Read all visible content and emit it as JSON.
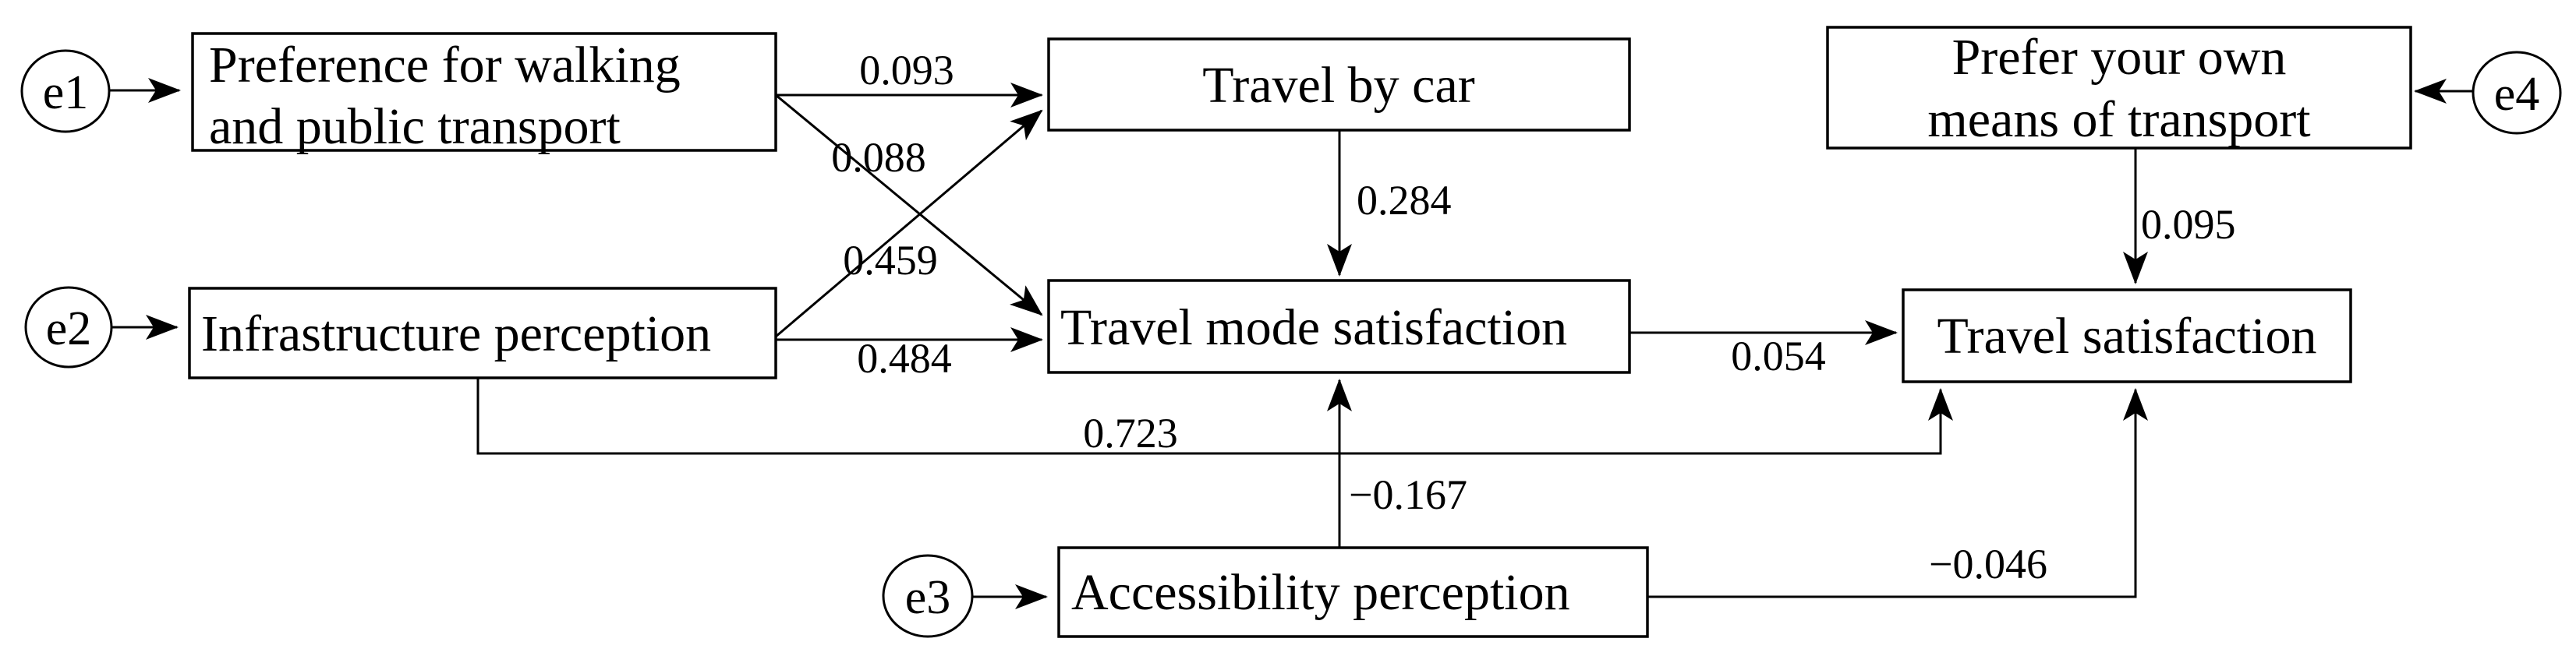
{
  "diagram": {
    "type": "path-model",
    "colors": {
      "background": "#ffffff",
      "line": "#000000",
      "text": "#000000"
    },
    "nodes": {
      "preference": {
        "line1": "Preference for walking",
        "line2": "and public transport"
      },
      "travel_by_car": {
        "label": "Travel by car"
      },
      "infrastructure": {
        "label": "Infrastructure perception"
      },
      "prefer_own_means": {
        "line1": "Prefer your own",
        "line2": "means of transport"
      },
      "travel_mode_satisfaction": {
        "label": "Travel mode satisfaction"
      },
      "travel_satisfaction": {
        "label": "Travel satisfaction"
      },
      "accessibility": {
        "label": "Accessibility perception"
      }
    },
    "error_terms": {
      "e1": "e1",
      "e2": "e2",
      "e3": "e3",
      "e4": "e4"
    },
    "coefficients": {
      "preference_to_travel_by_car": "0.093",
      "preference_to_travel_mode_satisfaction": "0.088",
      "infrastructure_to_travel_by_car": "0.459",
      "infrastructure_to_travel_mode_satisfaction": "0.484",
      "travel_by_car_to_travel_mode_satisfaction": "0.284",
      "travel_mode_satisfaction_to_travel_satisfaction": "0.054",
      "prefer_own_means_to_travel_satisfaction": "0.095",
      "infrastructure_to_travel_satisfaction": "0.723",
      "accessibility_to_travel_mode_satisfaction": "−0.167",
      "accessibility_to_travel_satisfaction": "−0.046"
    }
  }
}
